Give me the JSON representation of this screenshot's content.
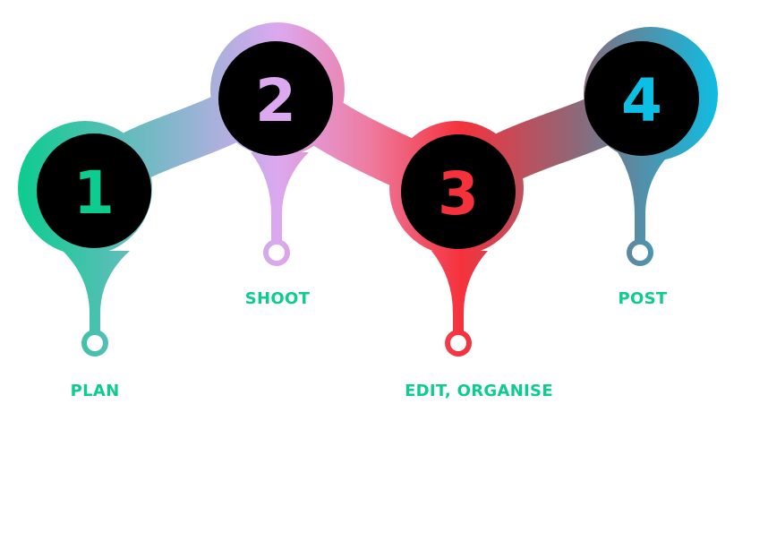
{
  "steps": [
    {
      "number": "1",
      "label": "PLAN",
      "color": "#0ccc8f"
    },
    {
      "number": "2",
      "label": "SHOOT",
      "color": "#dca8f0"
    },
    {
      "number": "3",
      "label": "EDIT, ORGANISE",
      "color": "#f5323c"
    },
    {
      "number": "4",
      "label": "POST",
      "color": "#0cbfe4"
    }
  ],
  "label_color": "#0ccc8f"
}
